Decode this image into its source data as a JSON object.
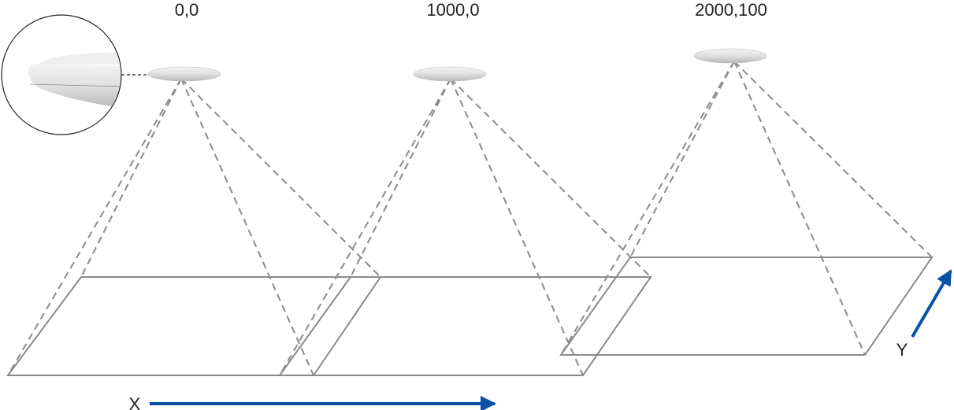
{
  "positions": [
    {
      "label": "0,0"
    },
    {
      "label": "1000,0"
    },
    {
      "label": "2000,100"
    }
  ],
  "axes": {
    "x_label": "X",
    "y_label": "Y"
  },
  "colors": {
    "arrow": "#0a4fa8",
    "lines": "#8a8a8a"
  }
}
